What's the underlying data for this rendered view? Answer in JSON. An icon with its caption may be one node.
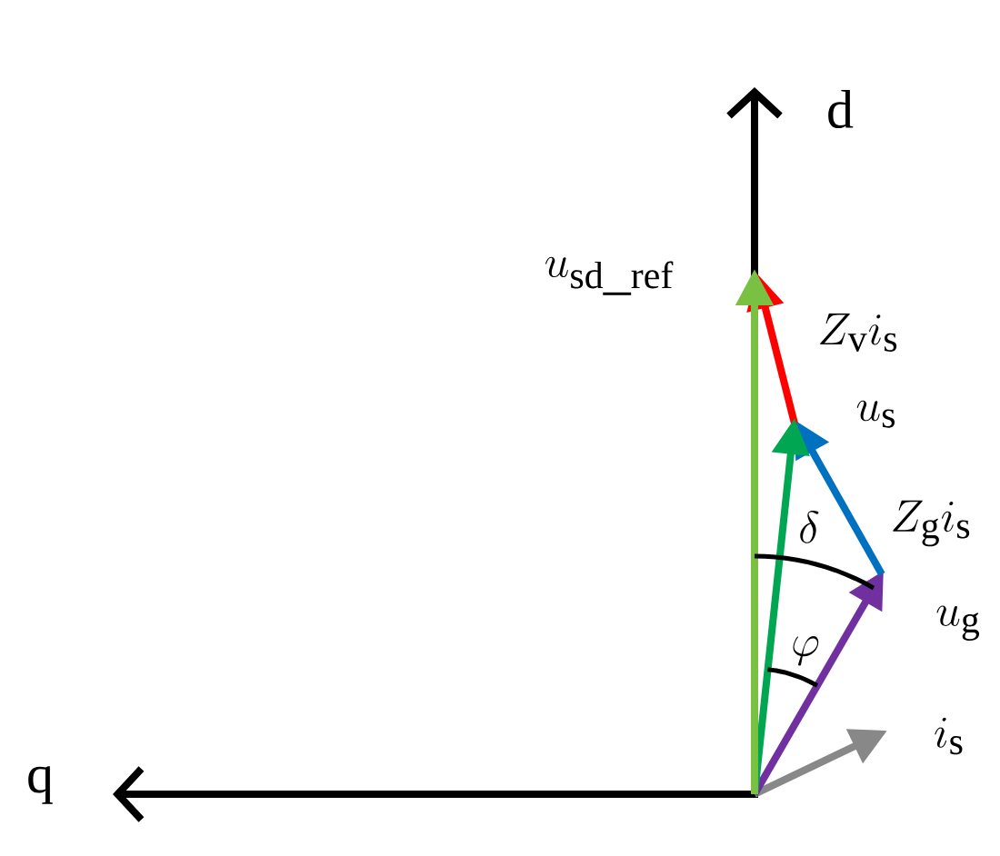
{
  "diagram": {
    "labels": [
      "d",
      "u_{\\mathrm{sd\\_ref}}",
      "Z_{\\mathrm{v}}i_{\\mathrm{s}}",
      "u_{\\mathrm{s}}",
      "Z_{\\mathrm{g}}i_{\\mathrm{s}}",
      "\\delta",
      "u_{\\mathrm{g}}",
      "\\varphi",
      "i_{\\mathrm{s}}",
      "q"
    ]
  }
}
